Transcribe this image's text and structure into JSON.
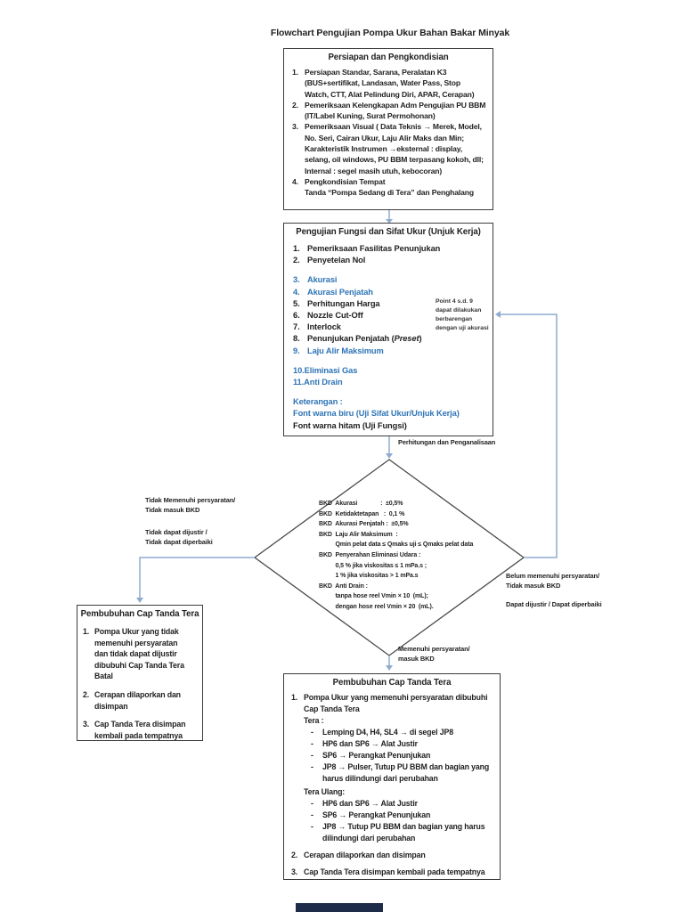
{
  "colors": {
    "blue": "#2E74B5",
    "text": "#1f1f1f",
    "connector": "#8FACD0",
    "border": "#3b3b3b",
    "diamondline": "#4a4a4a",
    "footerbar": "#1e2b49"
  },
  "title": "Flowchart Pengujian Pompa Ukur Bahan Bakar Minyak",
  "prep_box": {
    "header": "Persiapan dan Pengkondisian",
    "items": [
      {
        "num": "1.",
        "text": "Persiapan Standar, Sarana, Peralatan K3\n(BUS+sertifikat, Landasan, Water Pass, Stop\nWatch, CTT, Alat Pelindung Diri, APAR, Cerapan)"
      },
      {
        "num": "2.",
        "text": "Pemeriksaan Kelengkapan Adm Pengujian PU BBM\n(IT/Label Kuning, Surat Permohonan)"
      },
      {
        "num": "3.",
        "text": "Pemeriksaan Visual ( Data Teknis → Merek, Model,\nNo. Seri, Cairan Ukur, Laju Alir Maks dan Min;\nKarakteristik  Instrumen →eksternal : display,\nselang, oil windows, PU BBM terpasang kokoh, dll;\nInternal : segel masih utuh, kebocoran)"
      },
      {
        "num": "4.",
        "text": "Pengkondisian Tempat\nTanda “Pompa Sedang di Tera” dan Penghalang"
      }
    ]
  },
  "test_box": {
    "header": "Pengujian Fungsi dan Sifat Ukur (Unjuk Kerja)",
    "items": [
      {
        "num": "1.",
        "label": "Pemeriksaan Fasilitas Penunjukan"
      },
      {
        "num": "2.",
        "label": "Penyetelan Nol"
      },
      {
        "num": "3.",
        "label": "Akurasi"
      },
      {
        "num": "4.",
        "label": "Akurasi Penjatah"
      },
      {
        "num": "5.",
        "label": "Perhitungan Harga"
      },
      {
        "num": "6.",
        "label": "Nozzle Cut-Off"
      },
      {
        "num": "7.",
        "label": "Interlock"
      },
      {
        "num": "8.",
        "label_pre": "Penunjukan Penjatah (",
        "label_italic": "Preset",
        "label_post": ")"
      },
      {
        "num": "9.",
        "label": "Laju Alir Maksimum"
      },
      {
        "num": "10.",
        "label": "Eliminasi Gas"
      },
      {
        "num": "11.",
        "label": "Anti Drain"
      }
    ],
    "notes": [
      {
        "text": "Keterangan :"
      },
      {
        "text": "Font warna biru (Uji Sifat Ukur/Unjuk Kerja)"
      },
      {
        "text": "Font warna hitam (Uji Fungsi)"
      }
    ],
    "side_note": "Point 4 s.d. 9\ndapat dilakukan\nberbarengan\ndengan uji akurasi"
  },
  "flow_labels": {
    "analysis": "Perhitungan dan Penganalisaan",
    "fail_left_1": "Tidak Memenuhi persyaratan/\nTidak masuk BKD",
    "fail_left_2": "Tidak dapat dijustir /\nTidak dapat diperbaiki",
    "fail_right_1": "Belum memenuhi persyaratan/\nTidak masuk BKD",
    "fail_right_2": "Dapat dijustir / Dapat diperbaiki",
    "pass": "Memenuhi persyaratan/\nmasuk BKD"
  },
  "decision": {
    "lines": [
      "BKD  Akurasi              :  ±0,5%",
      "BKD  Ketidaktetapan   :  0,1 %",
      "BKD  Akurasi Penjatah :  ±0,5%",
      "BKD  Laju Alir Maksimum  :",
      "          Qmin pelat data ≤ Qmaks uji ≤ Qmaks pelat data",
      "BKD  Penyerahan Eliminasi Udara :",
      "          0,5 % jika viskositas ≤ 1 mPa.s ;",
      "          1 % jika viskositas > 1 mPa.s",
      "BKD  Anti Drain :",
      "          tanpa hose reel Vmin × 10  (mL);",
      "          dengan hose reel Vmin × 20  (mL)."
    ]
  },
  "fail_box": {
    "header": "Pembubuhan Cap Tanda Tera",
    "items": [
      {
        "num": "1.",
        "text": "Pompa Ukur yang tidak\nmemenuhi persyaratan\ndan tidak dapat dijustir\ndibubuhi Cap Tanda Tera\nBatal"
      },
      {
        "num": "2.",
        "text": "Cerapan dilaporkan dan\ndisimpan"
      },
      {
        "num": "3.",
        "text": "Cap Tanda Tera disimpan\nkembali pada tempatnya"
      }
    ]
  },
  "pass_box": {
    "header": "Pembubuhan Cap Tanda Tera",
    "dash": "-",
    "num1": "1.",
    "item1": "Pompa Ukur yang memenuhi persyaratan dibubuhi\nCap Tanda Tera",
    "tera_label": "Tera :",
    "tera_items": [
      "Lemping D4, H4, SL4 → di segel JP8",
      "HP6 dan SP6 → Alat Justir",
      "SP6 → Perangkat Penunjukan",
      "JP8 → Pulser, Tutup PU BBM dan bagian yang\nharus dilindungi dari perubahan"
    ],
    "tera_ulang_label": "Tera Ulang:",
    "tera_ulang_items": [
      "HP6 dan SP6 → Alat Justir",
      "SP6 → Perangkat Penunjukan",
      "JP8 → Tutup PU BBM dan bagian yang harus\ndilindungi dari perubahan"
    ],
    "num2": "2.",
    "item2": "Cerapan dilaporkan dan disimpan",
    "num3": "3.",
    "item3": "Cap Tanda Tera disimpan kembali pada tempatnya"
  }
}
